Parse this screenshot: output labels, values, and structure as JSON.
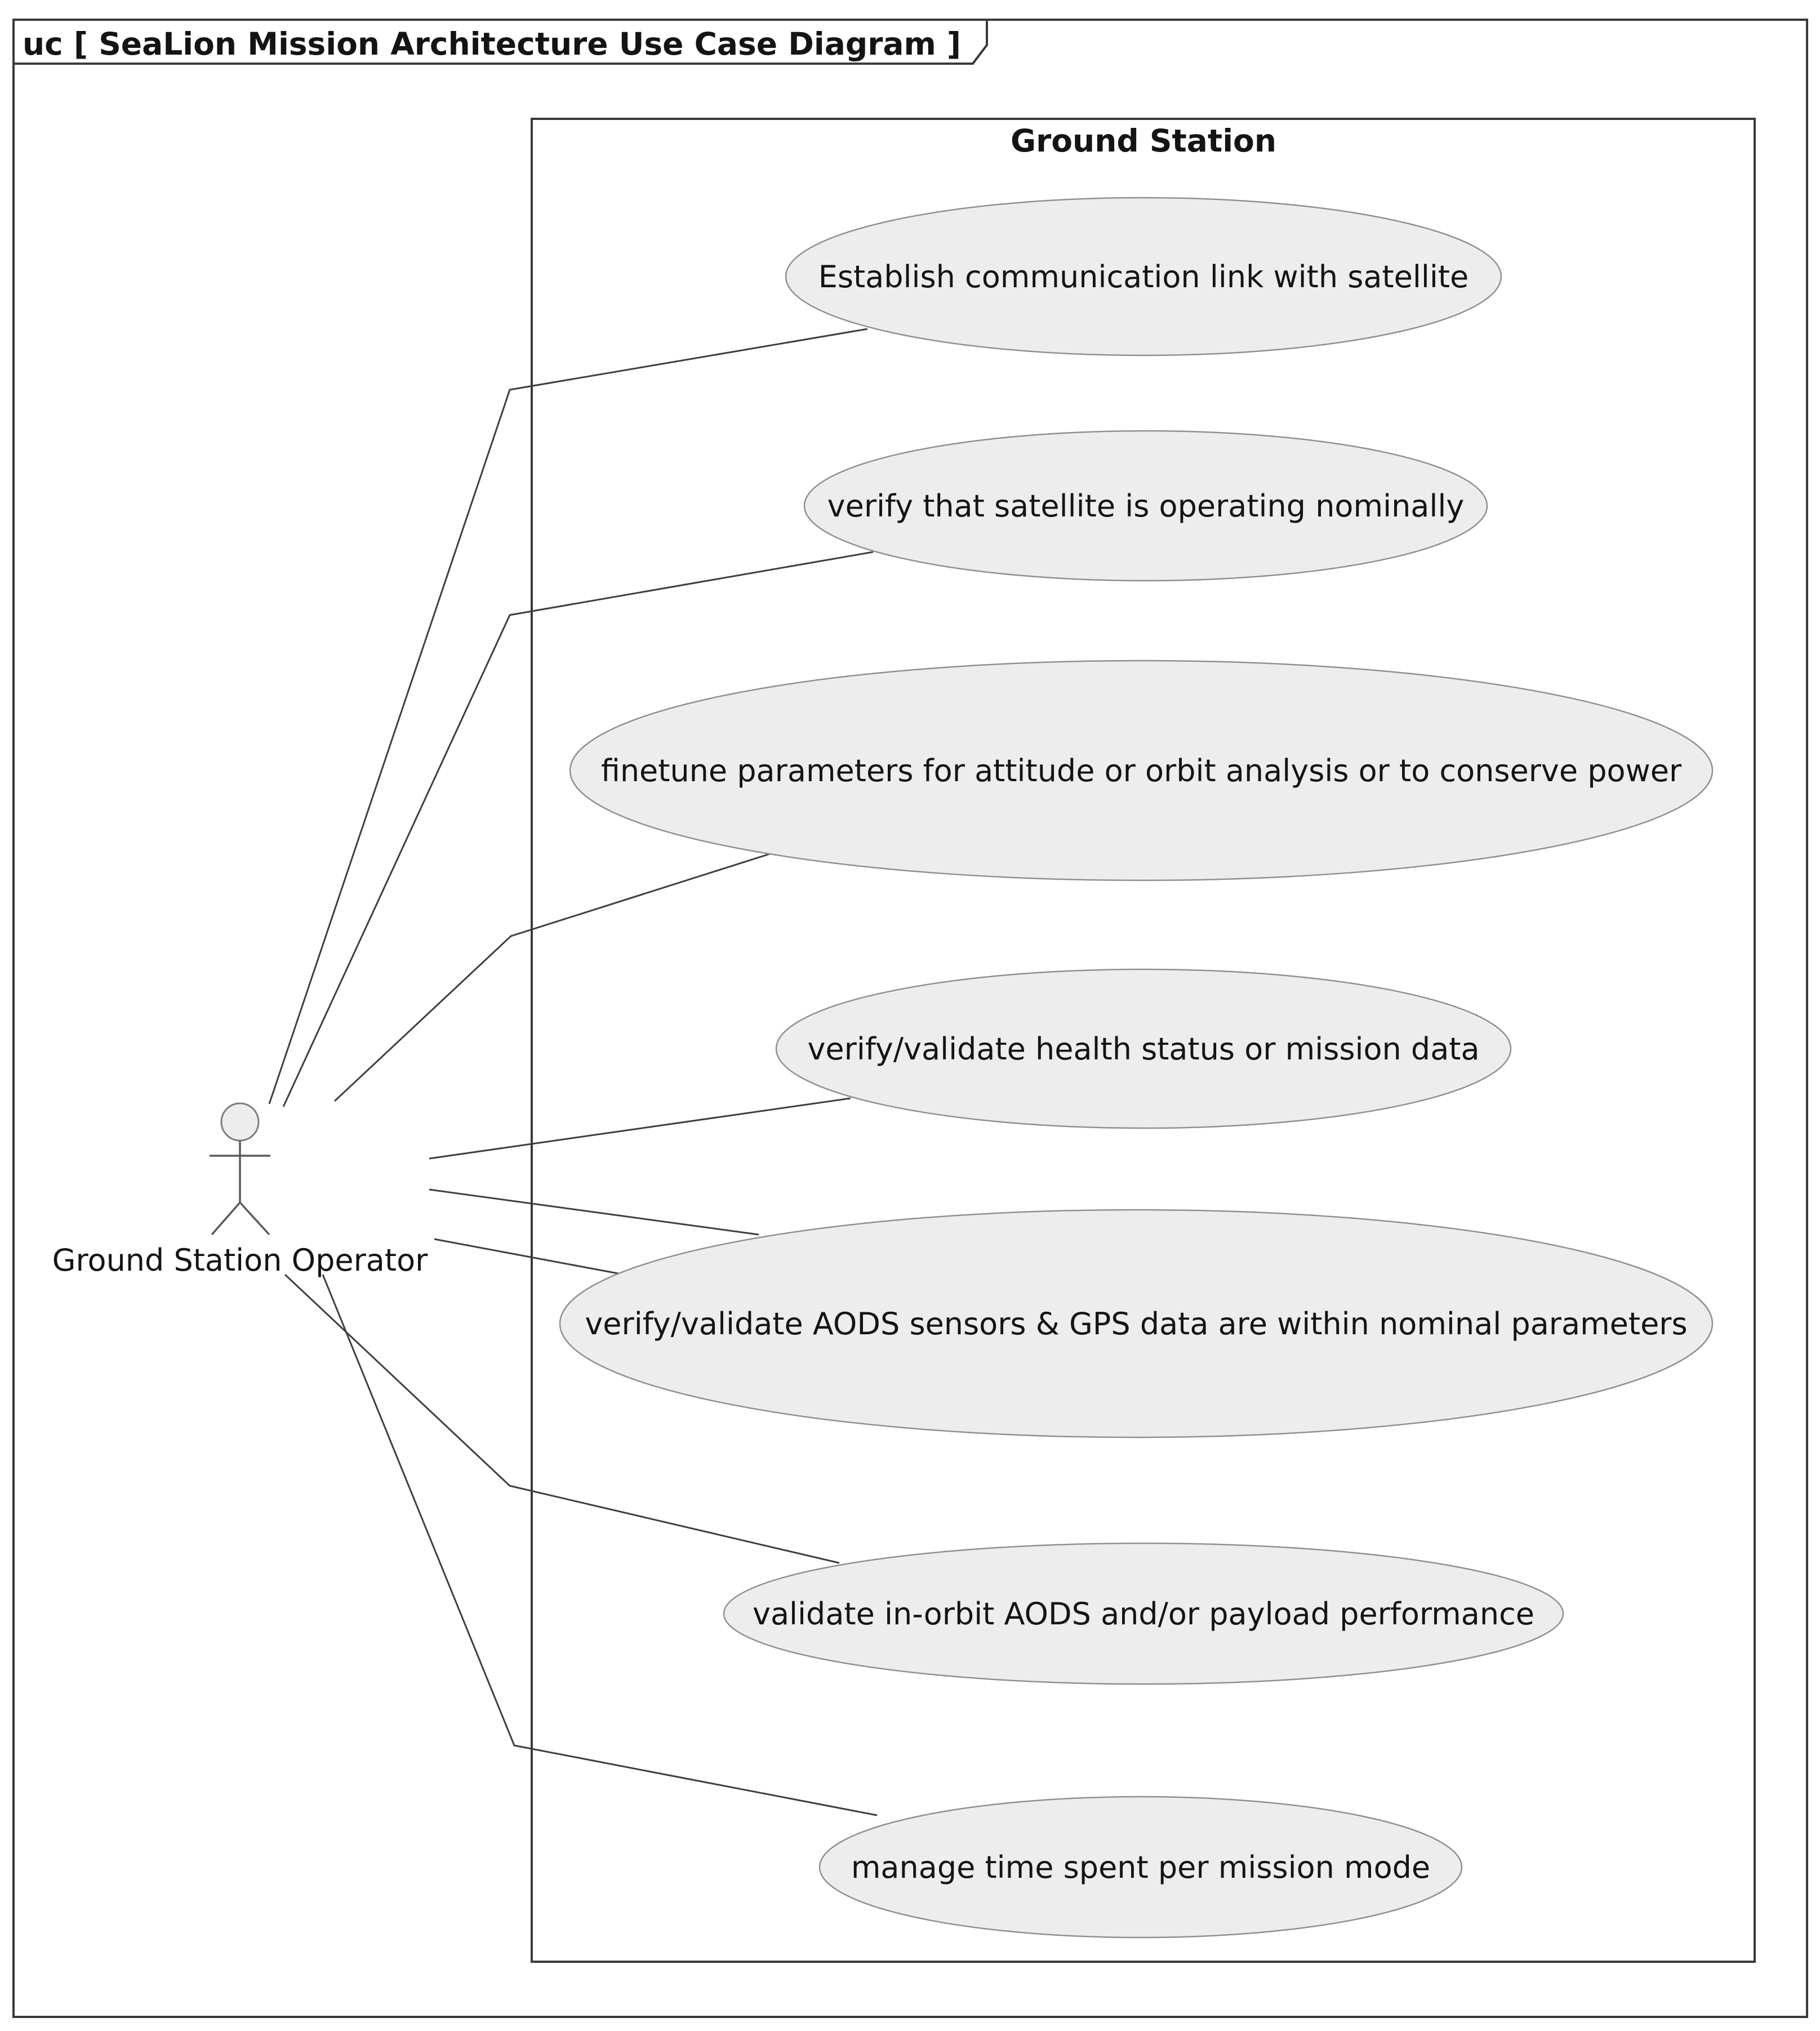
{
  "frame": {
    "keyword_title": "uc [ SeaLion Mission Architecture Use Case Diagram ]"
  },
  "system_boundary": {
    "title": "Ground Station"
  },
  "actor": {
    "label": "Ground Station Operator"
  },
  "use_cases": [
    {
      "label": "Establish communication link with satellite"
    },
    {
      "label": "verify that satellite is operating nominally"
    },
    {
      "label": "finetune parameters for attitude or orbit analysis or to conserve power"
    },
    {
      "label": "verify/validate health status or mission data"
    },
    {
      "label": "verify/validate AODS sensors & GPS data are within nominal parameters"
    },
    {
      "label": "validate in-orbit AODS and/or payload performance"
    },
    {
      "label": "manage time spent per mission mode"
    }
  ],
  "associations": [
    {
      "from": "Ground Station Operator",
      "to": "Establish communication link with satellite"
    },
    {
      "from": "Ground Station Operator",
      "to": "verify that satellite is operating nominally"
    },
    {
      "from": "Ground Station Operator",
      "to": "finetune parameters for attitude or orbit analysis or to conserve power"
    },
    {
      "from": "Ground Station Operator",
      "to": "verify/validate health status or mission data"
    },
    {
      "from": "Ground Station Operator",
      "to": "verify/validate AODS sensors & GPS data are within nominal parameters"
    },
    {
      "from": "Ground Station Operator",
      "to": "verify/validate AODS sensors & GPS data are within nominal parameters"
    },
    {
      "from": "Ground Station Operator",
      "to": "validate in-orbit AODS and/or payload performance"
    },
    {
      "from": "Ground Station Operator",
      "to": "manage time spent per mission mode"
    }
  ],
  "colors": {
    "background": "#ffffff",
    "shape_fill": "#ededed",
    "shape_border": "#909090",
    "frame_border": "#3a3a3a",
    "association_line": "#3f3f3f",
    "text": "#141414"
  }
}
